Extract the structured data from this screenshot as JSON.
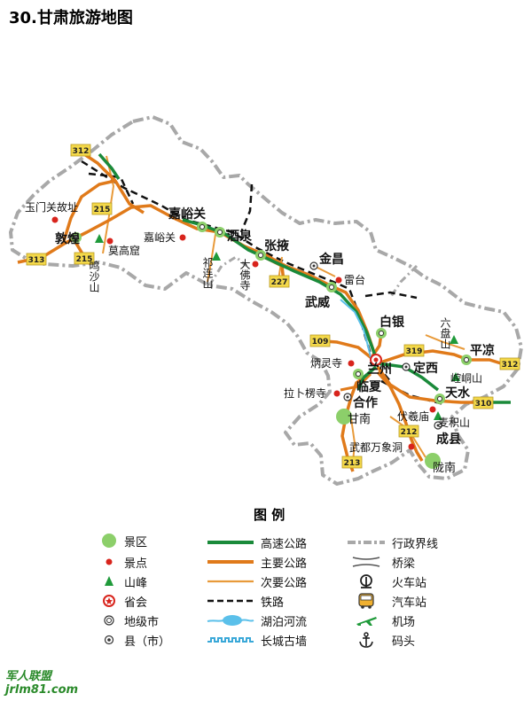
{
  "title": "30.甘肃旅游地图",
  "colors": {
    "boundary": "#a8a8a8",
    "expressway": "#1a8a3a",
    "main_road": "#e07a1a",
    "secondary_road": "#e89a3a",
    "railway": "#111111",
    "scenic_area": "#8ccf6a",
    "spot": "#d8241c",
    "mountain": "#1f9a3a",
    "water": "#5bc0ea",
    "road_shield": "#f3d84a"
  },
  "places": {
    "yumenguan": "玉门关故址",
    "dunhuang": "敦煌",
    "mingshashan": "鸣沙山",
    "mogaoku": "莫高窟",
    "jiayuguan_city": "嘉峪关",
    "jiayuguan_spot": "嘉峪关",
    "jiuquan": "酒泉",
    "qilianshan": "祁连山",
    "zhangye": "张掖",
    "dafosi": "大佛寺",
    "jinchang": "金昌",
    "leitai": "雷台",
    "wuwei": "武威",
    "baiyin": "白银",
    "liupanshan": "六盘山",
    "pingliang": "平凉",
    "kongtongshan": "崆峒山",
    "binglingsi": "炳灵寺",
    "lanzhou": "兰州",
    "dingxi": "定西",
    "labulengsi": "拉卜楞寺",
    "linxia": "临夏",
    "hezuo": "合作",
    "gannan": "甘南",
    "tianshui": "天水",
    "fuxisi": "伏羲庙",
    "maijishan": "麦积山",
    "chengxian": "成县",
    "wudu": "武都万象洞",
    "longnan": "陇南"
  },
  "roads": {
    "r312_nw": "312",
    "r215_a": "215",
    "r215_b": "215",
    "r313": "313",
    "r227": "227",
    "r109": "109",
    "r319": "319",
    "r312_e": "312",
    "r310": "310",
    "r212": "212",
    "r213": "213"
  },
  "legend": {
    "title": "图  例",
    "items": [
      {
        "label": "景区",
        "icon": "scenic-area-icon"
      },
      {
        "label": "景点",
        "icon": "spot-icon"
      },
      {
        "label": "山峰",
        "icon": "mountain-icon"
      },
      {
        "label": "省会",
        "icon": "provincial-capital-icon"
      },
      {
        "label": "地级市",
        "icon": "prefecture-city-icon"
      },
      {
        "label": "县（市）",
        "icon": "county-icon"
      },
      {
        "label": "高速公路",
        "icon": "expressway-icon"
      },
      {
        "label": "主要公路",
        "icon": "main-road-icon"
      },
      {
        "label": "次要公路",
        "icon": "secondary-road-icon"
      },
      {
        "label": "铁路",
        "icon": "railway-icon"
      },
      {
        "label": "湖泊河流",
        "icon": "lake-river-icon"
      },
      {
        "label": "长城古墙",
        "icon": "great-wall-icon"
      },
      {
        "label": "行政界线",
        "icon": "boundary-icon"
      },
      {
        "label": "桥梁",
        "icon": "bridge-icon"
      },
      {
        "label": "火车站",
        "icon": "train-station-icon"
      },
      {
        "label": "汽车站",
        "icon": "bus-station-icon"
      },
      {
        "label": "机场",
        "icon": "airport-icon"
      },
      {
        "label": "码头",
        "icon": "pier-icon"
      }
    ]
  },
  "watermark": {
    "line1": "军人联盟",
    "line2": "jrlm81.com"
  }
}
